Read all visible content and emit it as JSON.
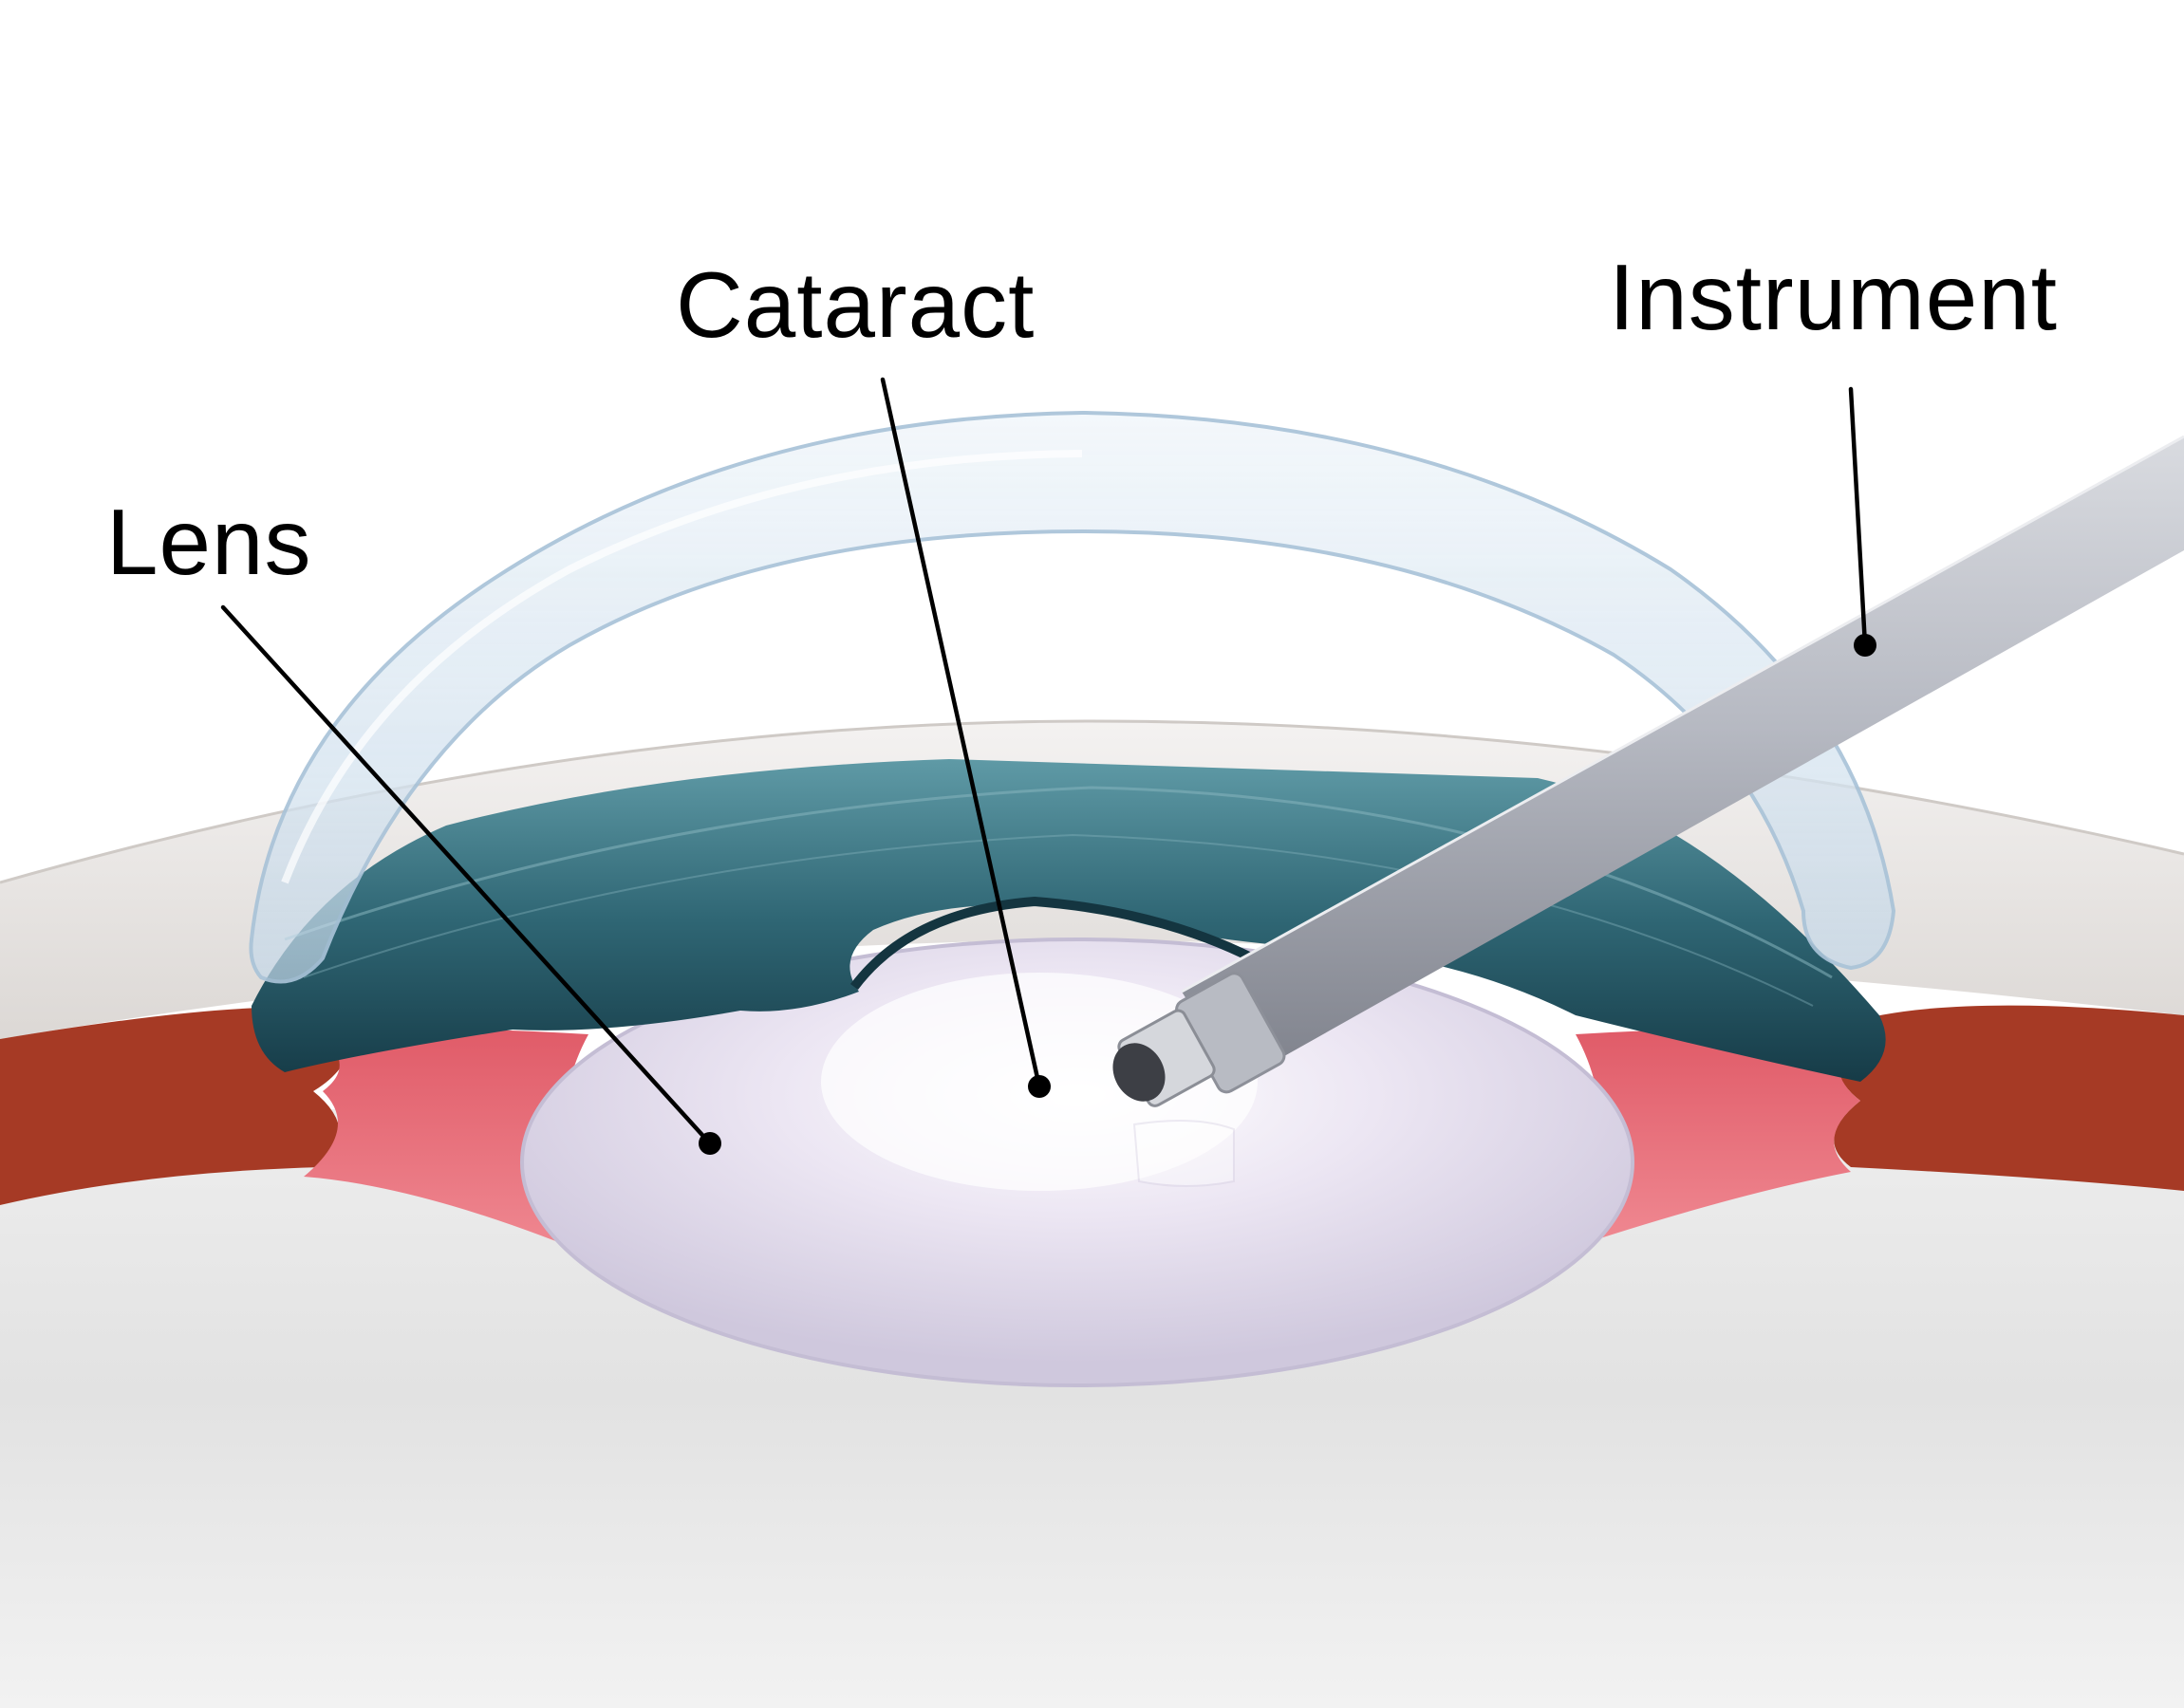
{
  "labels": {
    "cataract": "Cataract",
    "instrument": "Instrument",
    "lens": "Lens"
  },
  "colors": {
    "background": "#ffffff",
    "sclera": "#ebe8e6",
    "iris": "#2f6674",
    "choroid": "#a63a25",
    "ciliary": "#e86a78",
    "lens": "#ddd6ea",
    "cornea": "#c8dcec",
    "instrument": "#b4b7c0",
    "vitreous": "#e2e2e2"
  }
}
